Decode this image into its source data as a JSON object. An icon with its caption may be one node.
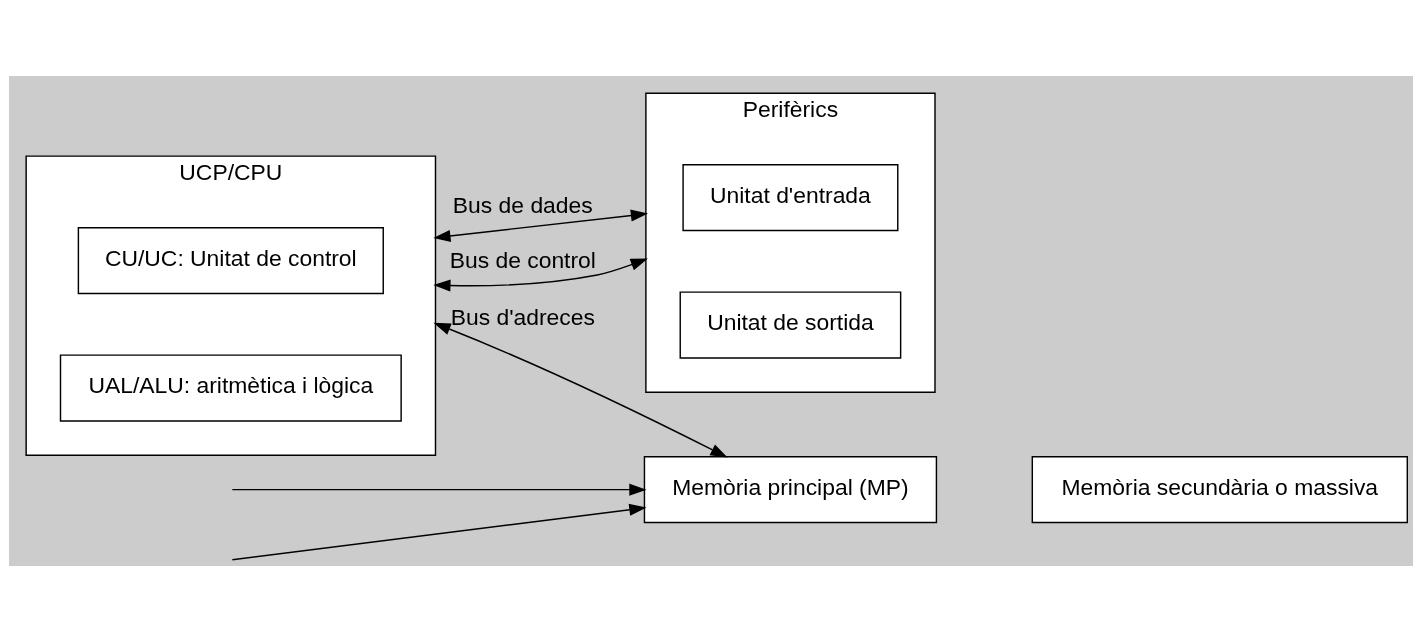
{
  "diagram": {
    "nodes": [
      {
        "text": [
          "UCP/CPU"
        ]
      },
      {
        "text": [
          "CU/UC: Unitat de control"
        ],
        "in": 0
      },
      {
        "text": [
          "UAL/ALU: aritmètica i lògica"
        ],
        "in": 0
      },
      {
        "text": [
          "Memòria principal (MP)"
        ]
      },
      {
        "text": [
          "Memòria secundària o massiva"
        ]
      },
      {
        "text": [
          "Perifèrics"
        ]
      },
      {
        "text": [
          "Unitat d'entrada"
        ],
        "in": 5
      },
      {
        "text": [
          "Unitat de sortida"
        ],
        "in": 5
      }
    ],
    "edges": [
      {
        "from": 0,
        "to": 5,
        "arrow": "both",
        "label": "Bus de dades"
      },
      {
        "from": null,
        "to": 3,
        "arrow": "to"
      },
      {
        "from": 0,
        "to": 3,
        "arrow": "both",
        "label": "Bus d'adreces"
      },
      {
        "from": 0,
        "to": 5,
        "arrow": "both",
        "label": "Bus de control"
      },
      {
        "from": null,
        "to": 3,
        "arrow": "to"
      }
    ]
  }
}
